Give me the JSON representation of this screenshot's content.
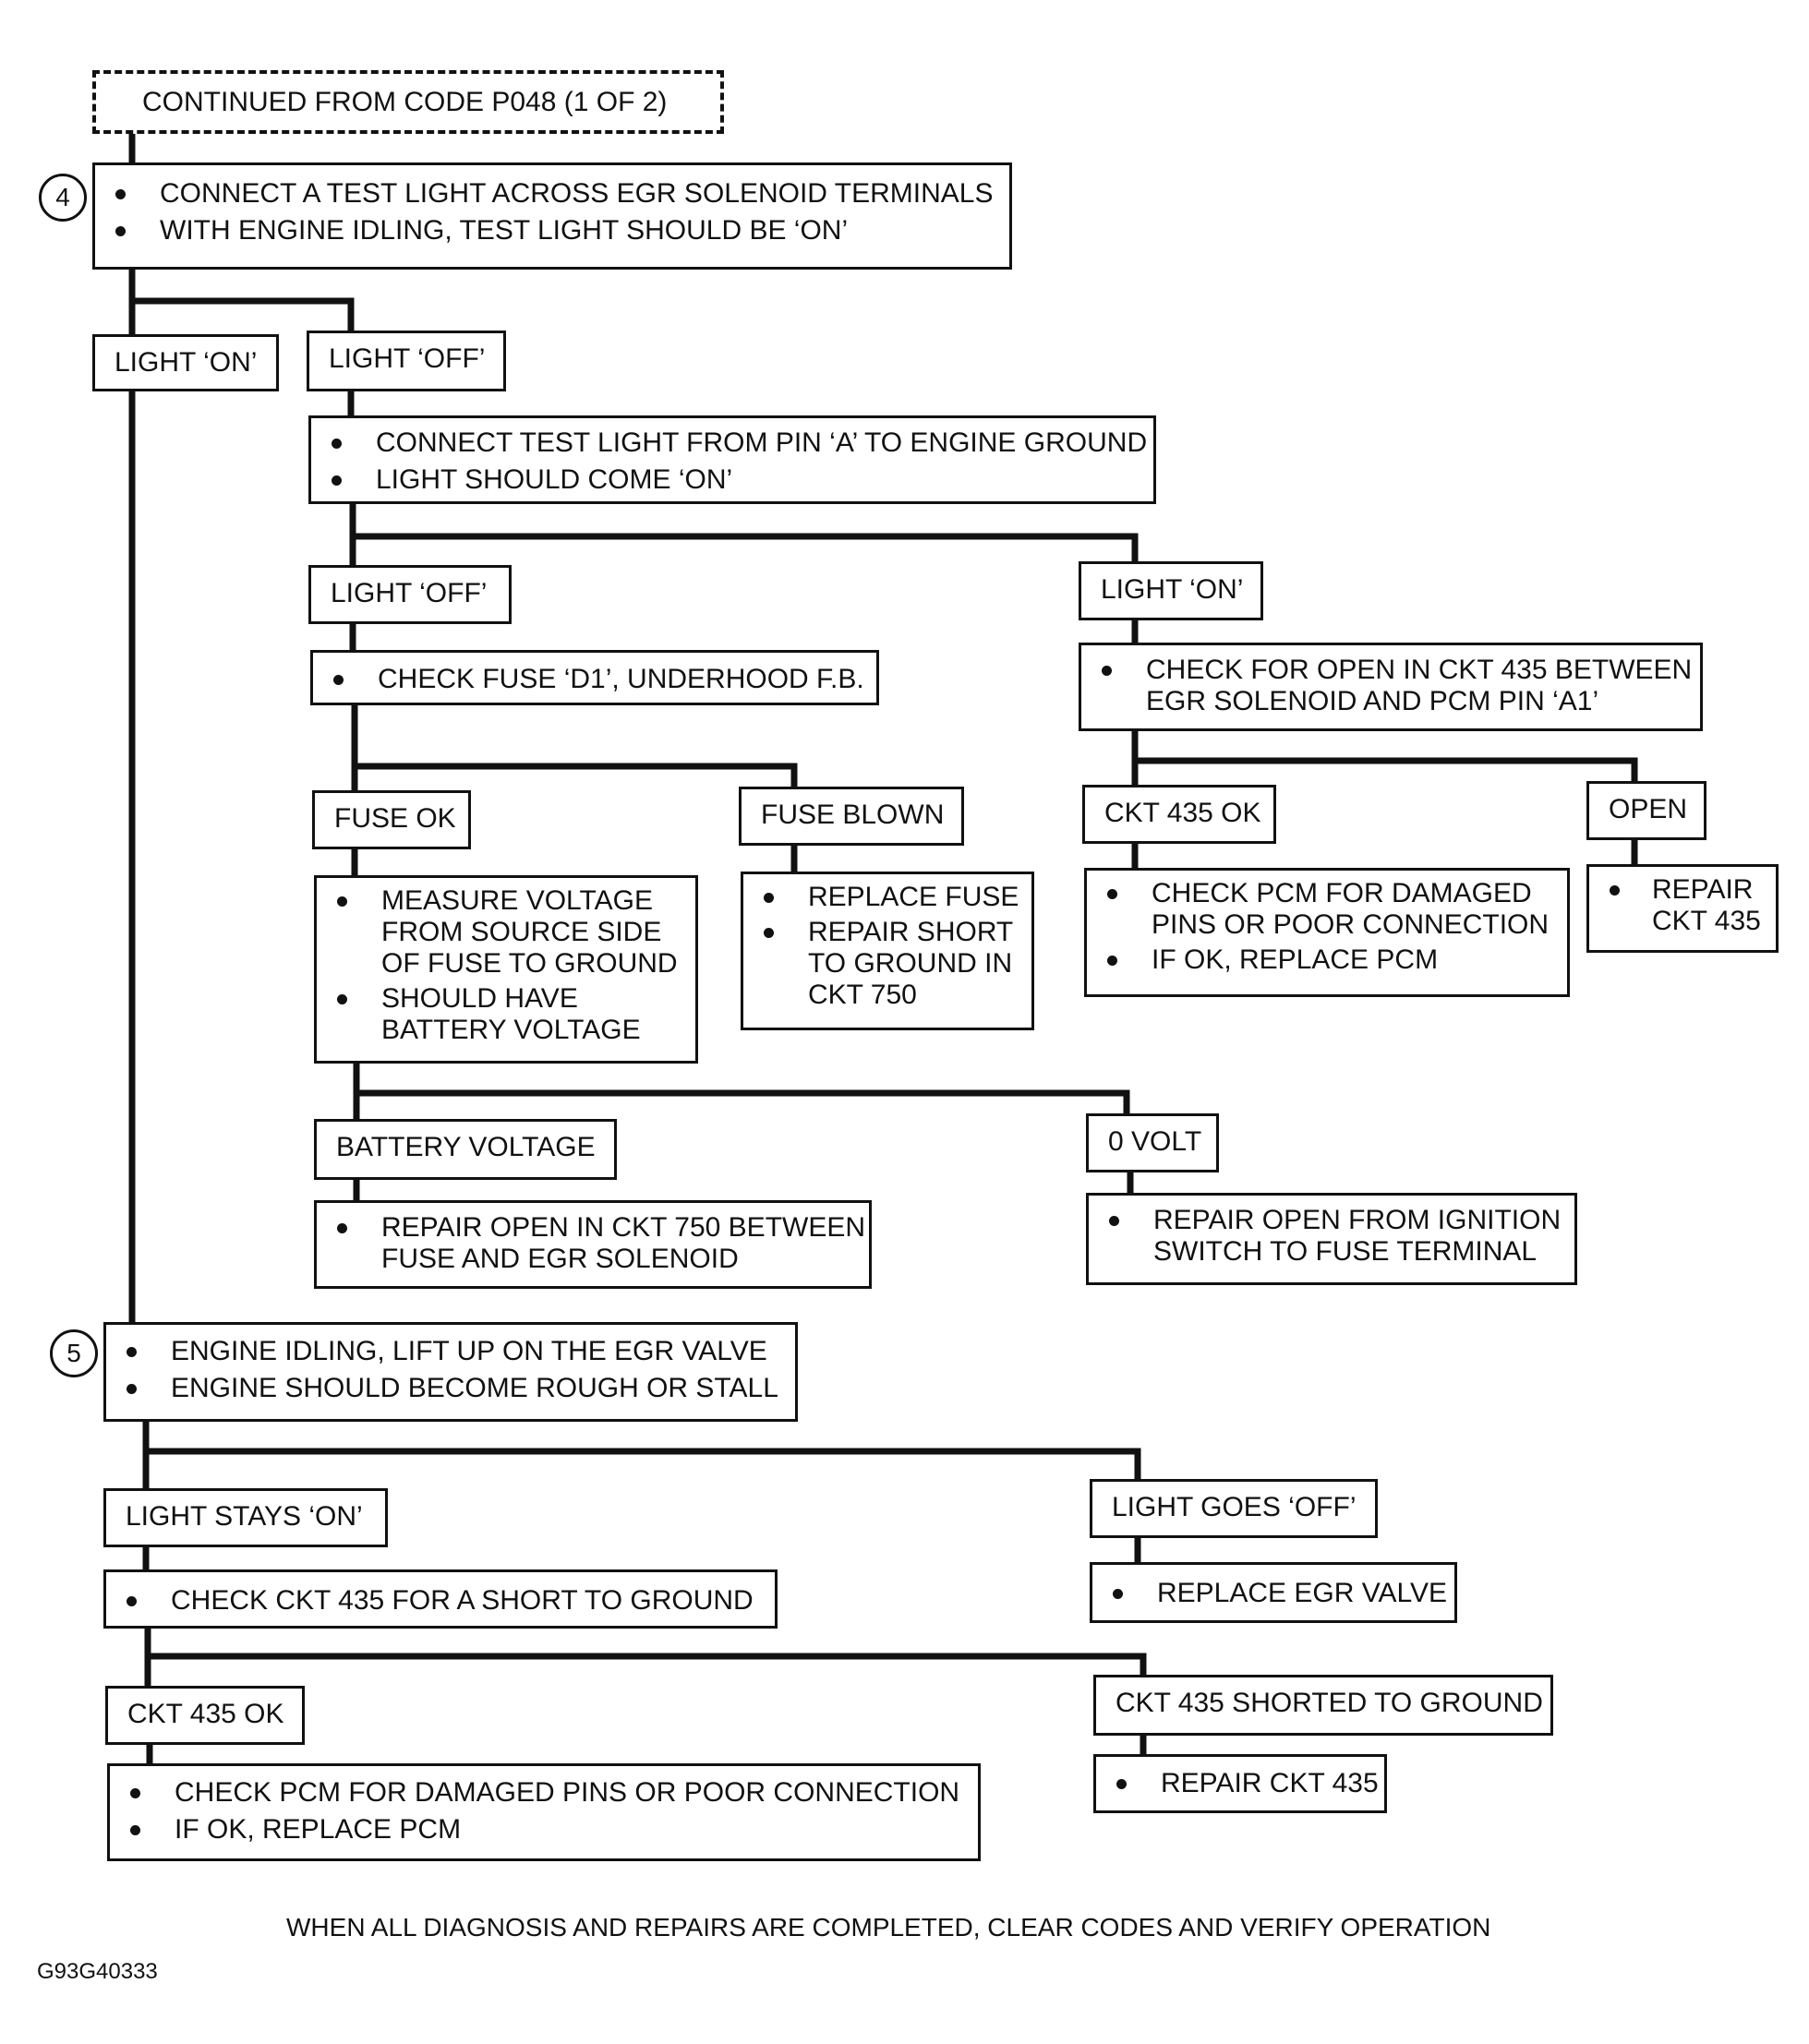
{
  "continued_from": "CONTINUED FROM CODE P048 (1 OF 2)",
  "step4": {
    "number": "4",
    "lines": [
      "CONNECT A TEST LIGHT ACROSS EGR SOLENOID TERMINALS",
      "WITH ENGINE IDLING, TEST LIGHT SHOULD BE ‘ON’"
    ]
  },
  "branch_light_on": "LIGHT ‘ON’",
  "branch_light_off": "LIGHT ‘OFF’",
  "pin_a_test": {
    "lines": [
      "CONNECT TEST LIGHT FROM PIN ‘A’ TO ENGINE GROUND",
      "LIGHT SHOULD COME ‘ON’"
    ]
  },
  "pin_a_light_off": "LIGHT ‘OFF’",
  "pin_a_light_on": "LIGHT ‘ON’",
  "check_fuse": "CHECK FUSE ‘D1’, UNDERHOOD F.B.",
  "check_open_435": [
    "CHECK FOR OPEN IN CKT 435 BETWEEN",
    "EGR SOLENOID AND PCM PIN ‘A1’"
  ],
  "fuse_ok": "FUSE OK",
  "fuse_blown": "FUSE BLOWN",
  "ckt435_ok_upper": "CKT 435 OK",
  "open_label": "OPEN",
  "measure_voltage": {
    "b1": [
      "MEASURE VOLTAGE",
      "FROM SOURCE SIDE",
      "OF FUSE TO GROUND"
    ],
    "b2": [
      "SHOULD HAVE",
      "BATTERY VOLTAGE"
    ]
  },
  "replace_fuse": {
    "b1": [
      "REPLACE FUSE"
    ],
    "b2": [
      "REPAIR SHORT",
      "TO GROUND IN",
      "CKT 750"
    ]
  },
  "check_pcm_upper": {
    "b1": [
      "CHECK PCM FOR DAMAGED",
      "PINS OR POOR CONNECTION"
    ],
    "b2": [
      "IF OK,  REPLACE PCM"
    ]
  },
  "repair_ckt435_upper": [
    "REPAIR",
    "CKT 435"
  ],
  "battery_voltage": "BATTERY VOLTAGE",
  "zero_volt": "0 VOLT",
  "repair_open_750": [
    "REPAIR OPEN IN CKT 750 BETWEEN",
    "FUSE AND EGR SOLENOID"
  ],
  "repair_open_ignition": [
    "REPAIR OPEN FROM IGNITION",
    "SWITCH TO FUSE TERMINAL"
  ],
  "step5": {
    "number": "5",
    "lines": [
      "ENGINE IDLING, LIFT UP ON THE EGR VALVE",
      "ENGINE SHOULD BECOME ROUGH OR STALL"
    ]
  },
  "light_stays_on": "LIGHT STAYS  ‘ON’",
  "light_goes_off": "LIGHT GOES ‘OFF’",
  "check_ckt435_short": "CHECK CKT 435 FOR A SHORT TO GROUND",
  "replace_egr_valve": "REPLACE EGR VALVE",
  "ckt435_ok_lower": "CKT 435 OK",
  "ckt435_shorted": "CKT 435 SHORTED TO GROUND",
  "check_pcm_lower": [
    "CHECK PCM FOR DAMAGED PINS OR POOR CONNECTION",
    "IF OK,  REPLACE PCM"
  ],
  "repair_ckt435_lower": "REPAIR CKT 435",
  "footer": "WHEN ALL DIAGNOSIS AND REPAIRS ARE COMPLETED, CLEAR CODES AND VERIFY OPERATION",
  "figure_id": "G93G40333"
}
